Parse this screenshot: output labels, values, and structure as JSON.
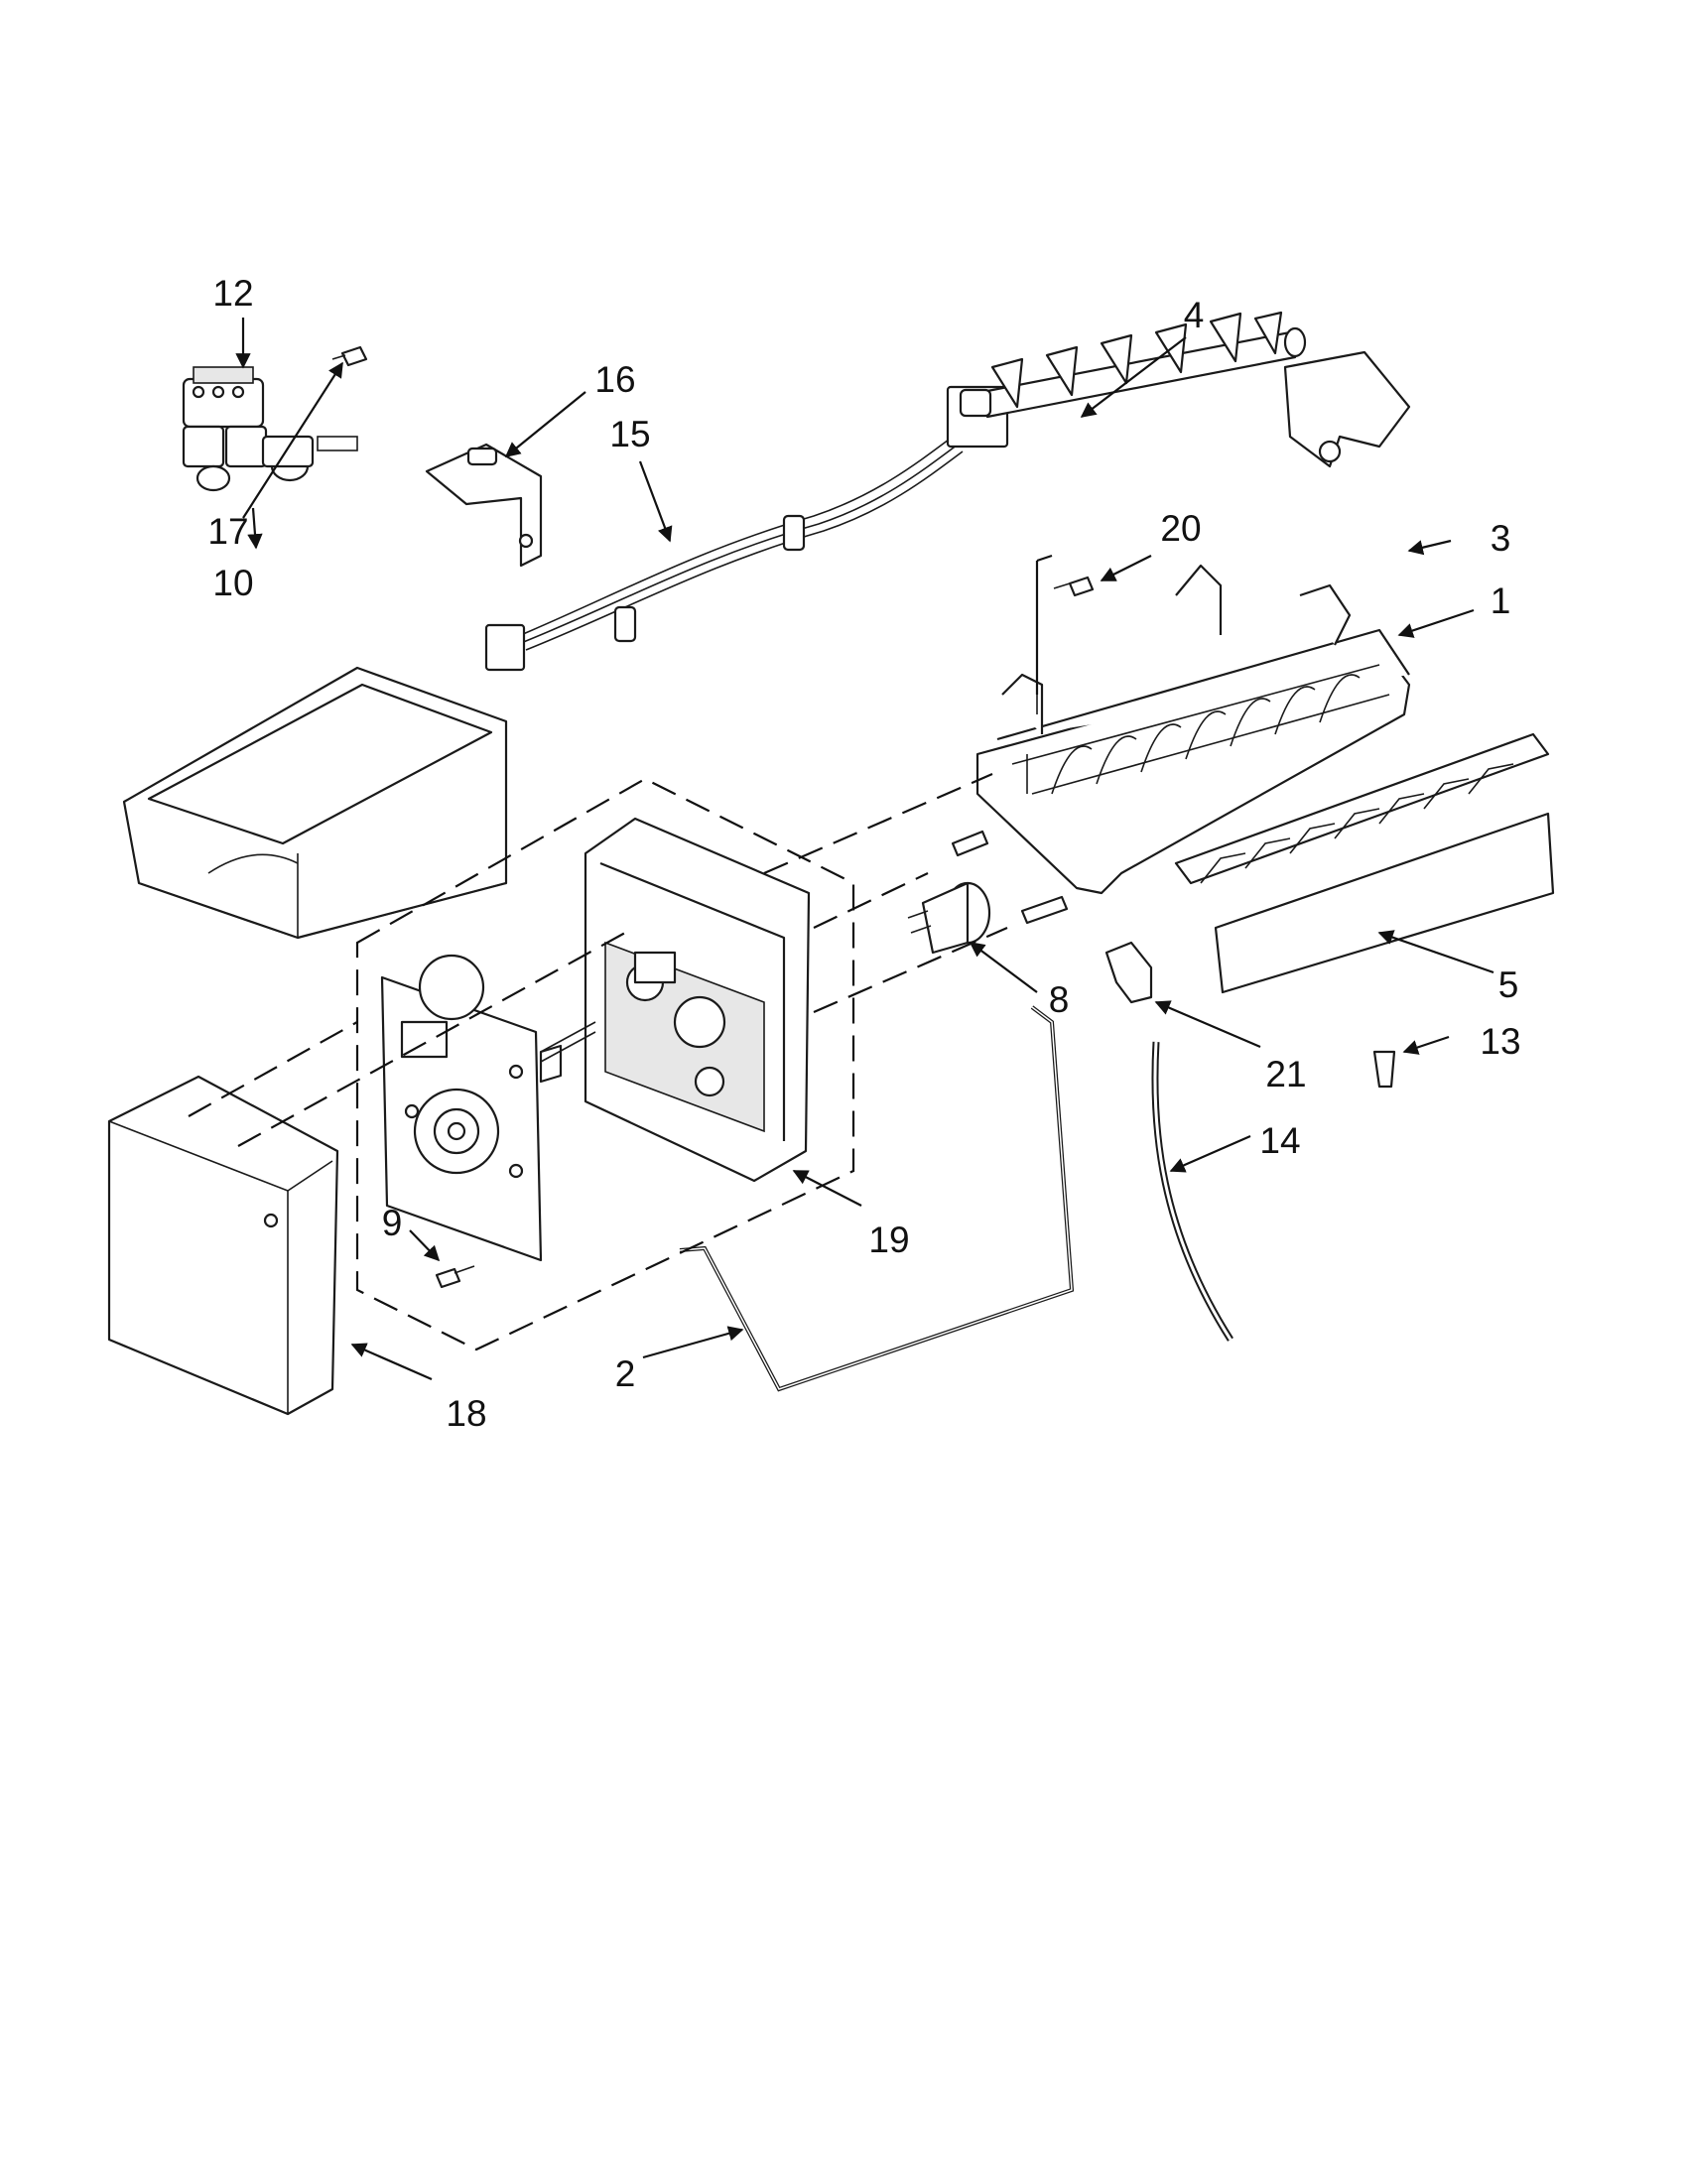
{
  "diagram": {
    "type": "exploded-parts-view",
    "callouts": [
      {
        "id": "1",
        "label": "1"
      },
      {
        "id": "2",
        "label": "2"
      },
      {
        "id": "3",
        "label": "3"
      },
      {
        "id": "4",
        "label": "4"
      },
      {
        "id": "5",
        "label": "5"
      },
      {
        "id": "8",
        "label": "8"
      },
      {
        "id": "9",
        "label": "9"
      },
      {
        "id": "10",
        "label": "10"
      },
      {
        "id": "12",
        "label": "12"
      },
      {
        "id": "13",
        "label": "13"
      },
      {
        "id": "14",
        "label": "14"
      },
      {
        "id": "15",
        "label": "15"
      },
      {
        "id": "16",
        "label": "16"
      },
      {
        "id": "17",
        "label": "17"
      },
      {
        "id": "18",
        "label": "18"
      },
      {
        "id": "19",
        "label": "19"
      },
      {
        "id": "20",
        "label": "20"
      },
      {
        "id": "21",
        "label": "21"
      }
    ]
  }
}
